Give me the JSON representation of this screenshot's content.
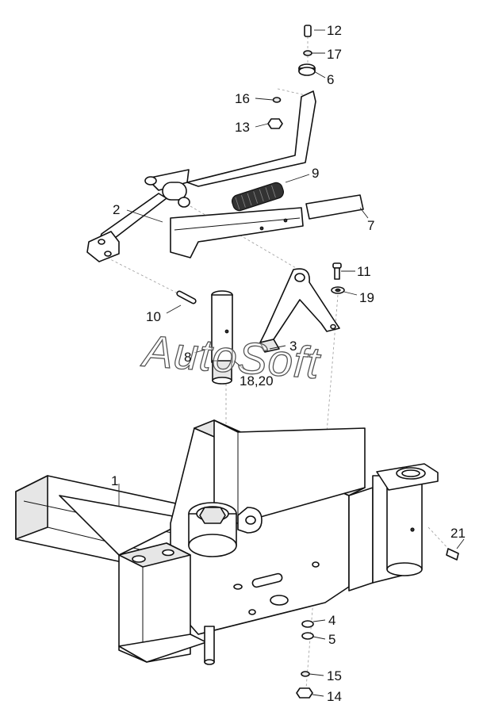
{
  "watermark": "AutoSoft",
  "callouts": {
    "c1": "1",
    "c2": "2",
    "c3": "3",
    "c4": "4",
    "c5": "5",
    "c6": "6",
    "c7": "7",
    "c8": "8",
    "c9": "9",
    "c10": "10",
    "c11": "11",
    "c12": "12",
    "c13": "13",
    "c14": "14",
    "c15": "15",
    "c16": "16",
    "c17": "17",
    "c18_20": "18,20",
    "c19": "19",
    "c21": "21"
  }
}
